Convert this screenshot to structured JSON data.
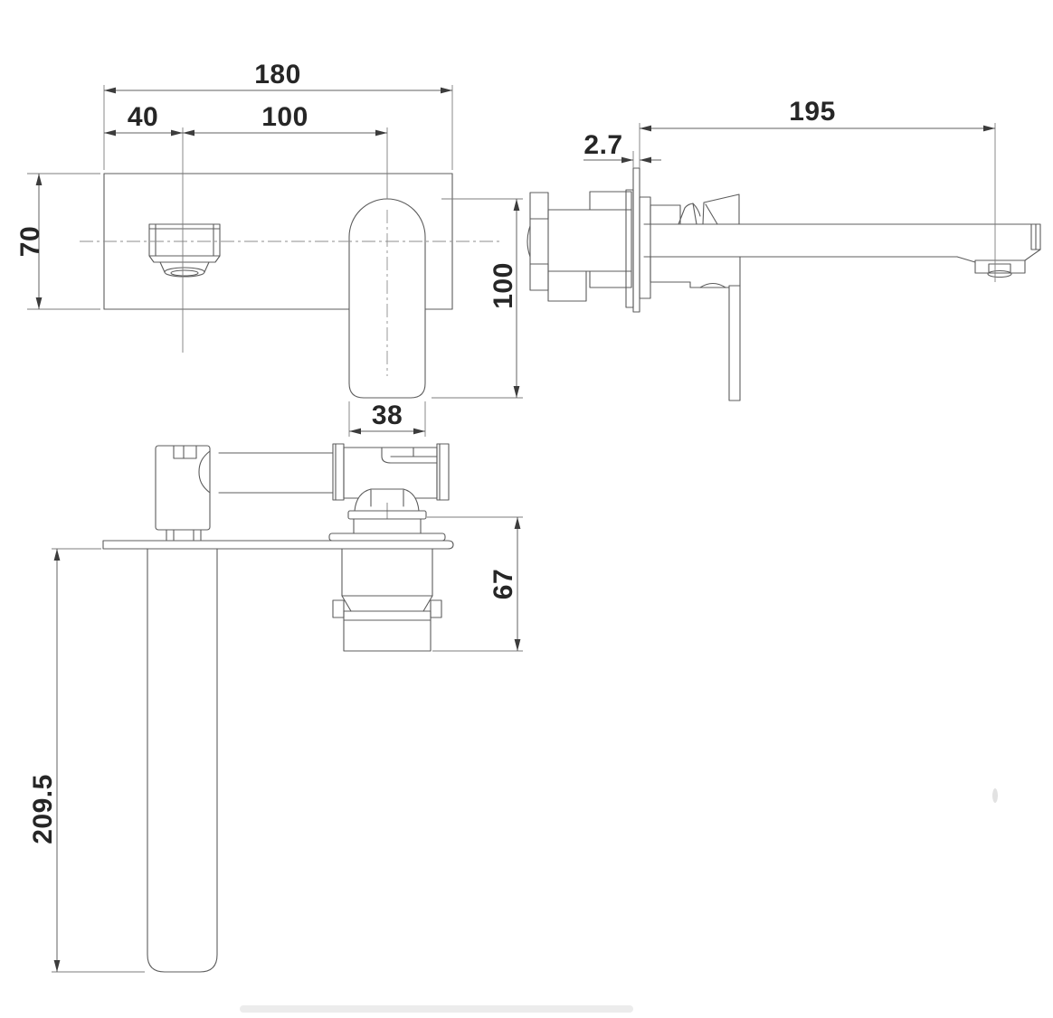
{
  "drawing": {
    "subject": "wall-mounted-basin-mixer-orthographic-views",
    "colors": {
      "background": "#ffffff",
      "line": "#5c5c5c",
      "dimension_text": "#262626"
    },
    "views": {
      "front": {
        "name": "front-elevation",
        "dims": {
          "plate_width": "180",
          "spout_offset": "40",
          "spout_to_handle": "100",
          "plate_height": "70",
          "handle_height": "100",
          "handle_width": "38"
        }
      },
      "side": {
        "name": "side-elevation",
        "dims": {
          "plate_thickness": "2.7",
          "spout_reach": "195"
        }
      },
      "plan": {
        "name": "top-view",
        "dims": {
          "valve_depth": "67",
          "spout_length": "209.5"
        }
      }
    }
  }
}
